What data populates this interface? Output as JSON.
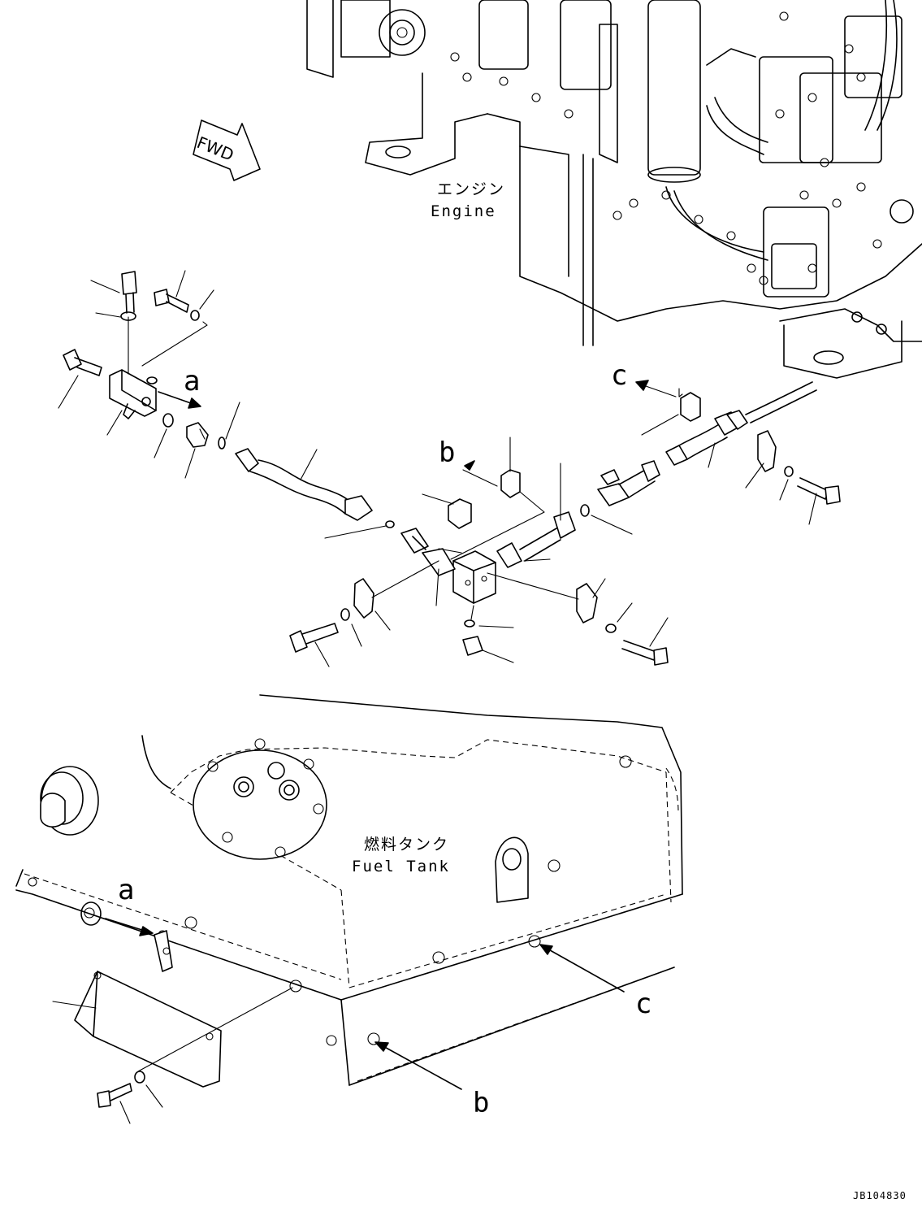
{
  "diagram": {
    "direction_marker": "FWD",
    "engine": {
      "label_ja": "エンジン",
      "label_en": "Engine"
    },
    "fuel_tank": {
      "label_ja": "燃料タンク",
      "label_en": "Fuel Tank"
    },
    "view_refs": {
      "a_top": "a",
      "b_top": "b",
      "c_top": "c",
      "a_bottom": "a",
      "b_bottom": "b",
      "c_bottom": "c"
    },
    "drawing_number": "JB104830"
  }
}
